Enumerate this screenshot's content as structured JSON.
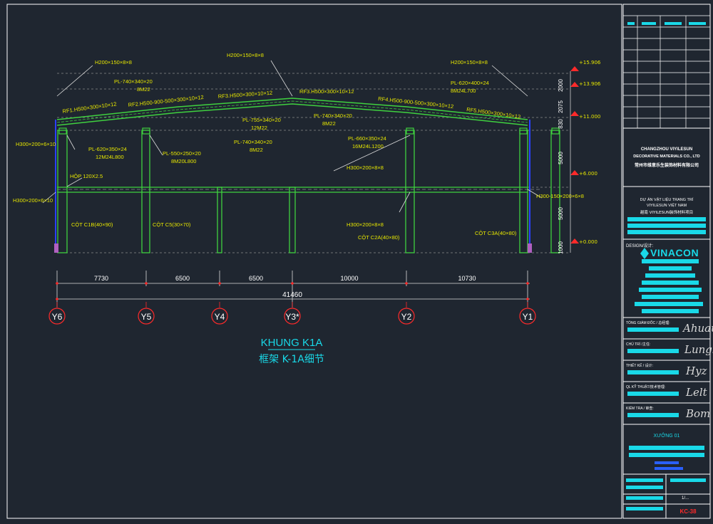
{
  "drawing": {
    "top_labels": [
      {
        "text": "H200×150×8×8"
      },
      {
        "text": "H200×150×8×8"
      },
      {
        "text": "H200×150×8×8"
      },
      {
        "text": "PL-740×340×20"
      },
      {
        "text": "8M22"
      },
      {
        "text": "RF1.H500×300×10×12"
      },
      {
        "text": "RF2.H500-900-500×300×10×12"
      },
      {
        "text": "RF3.H500×300×10×12"
      },
      {
        "text": "RF3.H500×300×10×12"
      },
      {
        "text": "RF4.H500-900-500×300×10×12"
      },
      {
        "text": "RF5.H500×300×10×12"
      },
      {
        "text": "PL-620×400×24"
      },
      {
        "text": "8M24L700"
      },
      {
        "text": "PL-755×340×20"
      },
      {
        "text": "12M22"
      },
      {
        "text": "PL-740×340×20"
      },
      {
        "text": "8M22"
      },
      {
        "text": "PL-740×340×20"
      },
      {
        "text": "8M22"
      },
      {
        "text": "PL-660×350×24"
      },
      {
        "text": "16M24L1200"
      },
      {
        "text": "H300×200×6×10"
      },
      {
        "text": "PL-620×350×24"
      },
      {
        "text": "12M24L800"
      },
      {
        "text": "PL-550×250×20"
      },
      {
        "text": "8M20L800"
      },
      {
        "text": "HỘP 120X2.5"
      },
      {
        "text": "H300×200×6×10"
      },
      {
        "text": "H300×200×8×8"
      },
      {
        "text": "H300×200×8×8"
      },
      {
        "text": "H300-150×200×6×8"
      },
      {
        "text": "CỘT C1B(40×90)"
      },
      {
        "text": "CỘT C5(30×70)"
      },
      {
        "text": "CỘT C2A(40×80)"
      },
      {
        "text": "CỘT C3A(40×80)"
      }
    ],
    "elevations": [
      "+15.906",
      "+13.906",
      "+11.000",
      "+6.000",
      "+0.000"
    ],
    "elevation_dims": [
      "2000",
      "2075",
      "830",
      "5000",
      "5000",
      "1000"
    ],
    "dims": [
      "7730",
      "6500",
      "6500",
      "10000",
      "10730"
    ],
    "total_dim": "41460",
    "axes": [
      "Y6",
      "Y5",
      "Y4",
      "Y3*",
      "Y2",
      "Y1"
    ],
    "title": "KHUNG K1A",
    "subtitle": "框架 K-1A细节"
  },
  "title_block": {
    "company_en_1": "CHANGZHOU VIYILESUN",
    "company_en_2": "DECORATIVE MATERIALS CO., LTD",
    "company_cn": "常州市维意乐生装饰材料有限公司",
    "project_1": "DỰ ÁN VẬT LIỆU TRANG TRÍ",
    "project_2": "VIYILESUN VIỆT NAM",
    "project_3": "越南 VIYILESUN装饰材料项目",
    "design_label": "DESIGN/设计:",
    "logo": "VINACON",
    "role_1": "TỔNG GIÁM ĐỐC / 总经理:",
    "role_2": "CHỦ TRÌ /主任:",
    "role_3": "THIẾT KẾ / 设计:",
    "role_4": "QL KỸ THUẬT/技术管理:",
    "role_5": "KIỂM TRA / 审查:",
    "sig_1": "Ahuau",
    "sig_2": "Lungko",
    "sig_3": "Hyz",
    "sig_4": "Lelt",
    "sig_5": "Bom",
    "sheet_title": "XƯỞNG 01",
    "page": "1/...",
    "sheet_no": "KC-38",
    "colors": {
      "frame": "#ffffff",
      "cyan": "#19d9e8",
      "green": "#3fd13f",
      "yellow": "#e6e600",
      "red": "#ff2a2a"
    }
  }
}
